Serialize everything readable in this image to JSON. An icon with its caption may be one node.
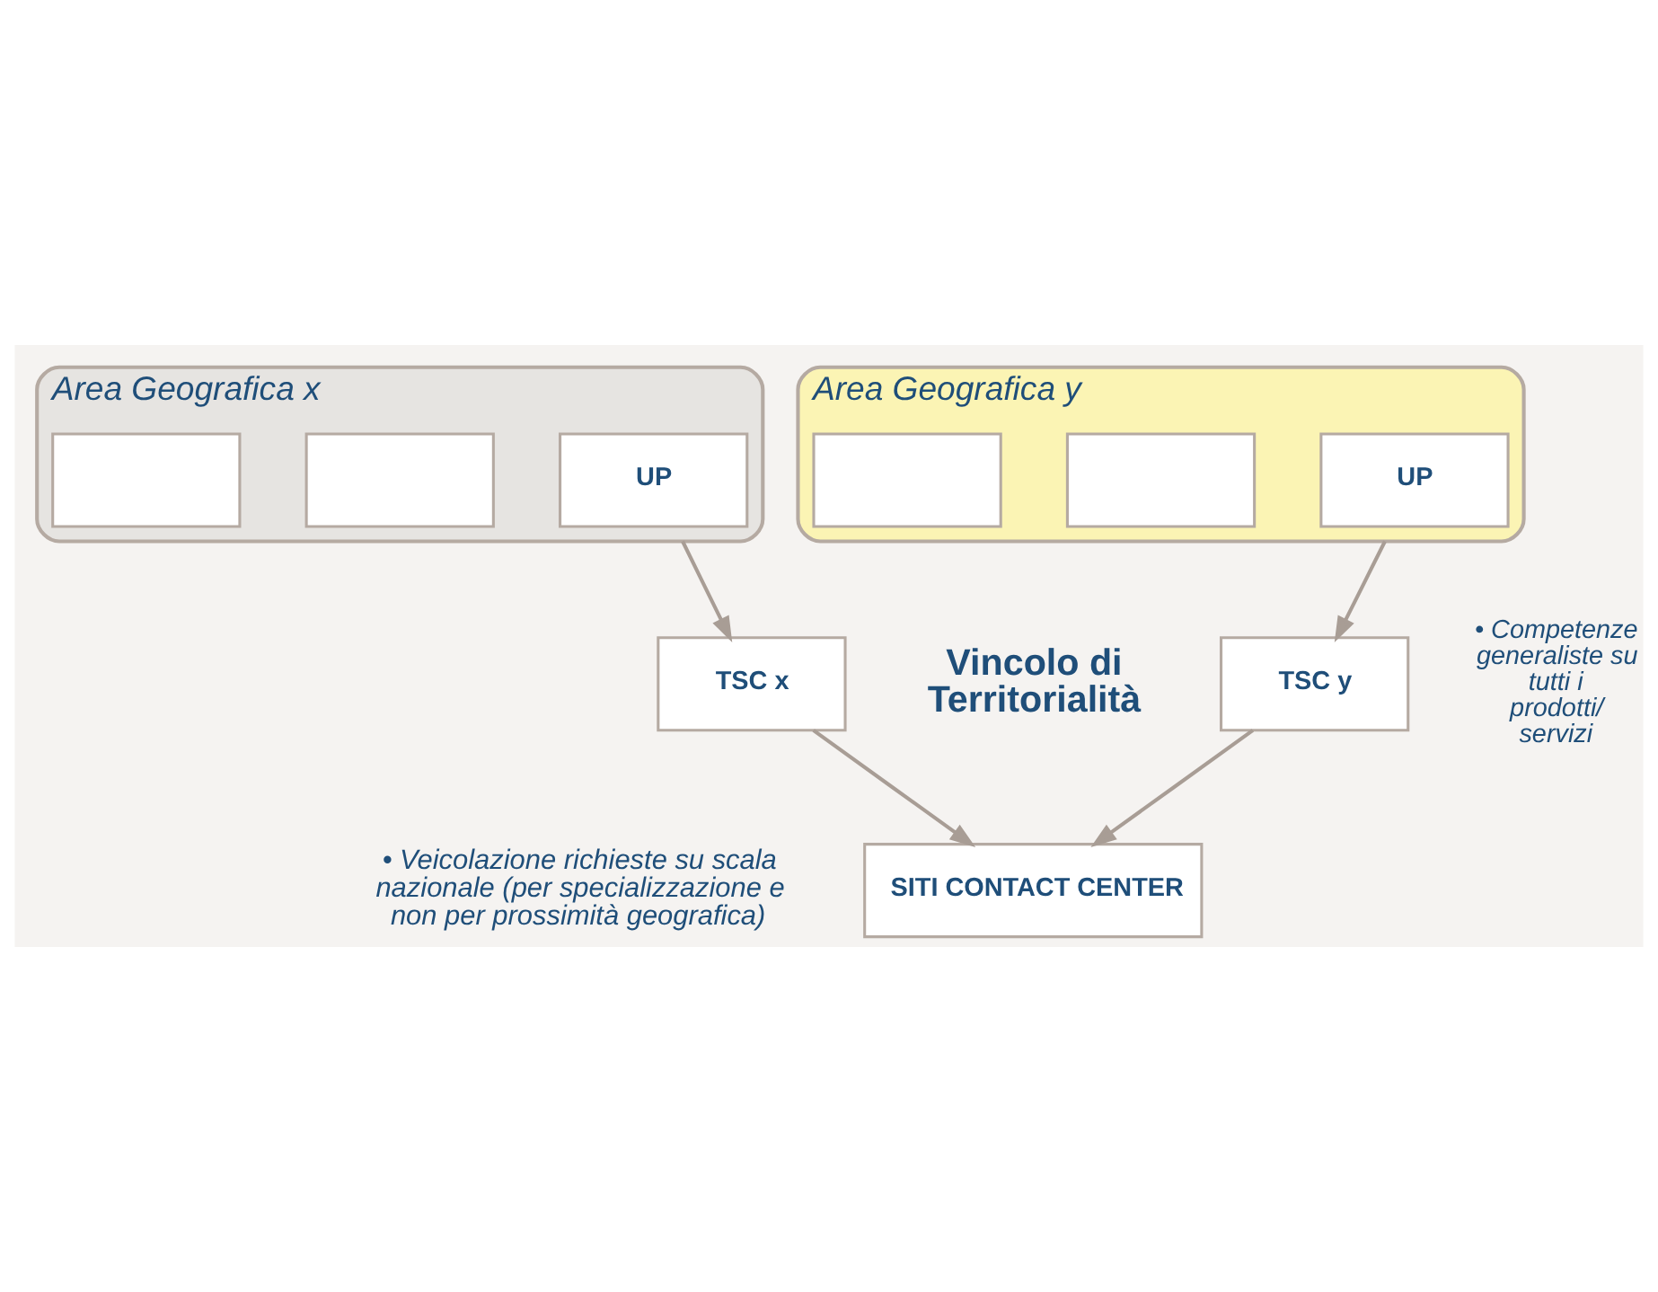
{
  "diagram": {
    "nodes": [
      {
        "text": [
          "Area Geografica x"
        ]
      },
      {
        "text": [],
        "shape": "box",
        "in": 0
      },
      {
        "text": [],
        "shape": "box",
        "in": 0
      },
      {
        "text": [
          "UP"
        ],
        "in": 0
      },
      {
        "text": [
          "Area Geografica y"
        ]
      },
      {
        "text": [],
        "shape": "box",
        "in": 4
      },
      {
        "text": [],
        "shape": "box",
        "in": 4
      },
      {
        "text": [
          "UP"
        ],
        "in": 4
      },
      {
        "text": [
          "TSC x"
        ]
      },
      {
        "text": [
          "TSC y"
        ],
        "beside": [
          "• Competenze generaliste su tutti i prodotti/ servizi"
        ]
      },
      {
        "text": [
          "SITI CONTACT CENTER"
        ]
      }
    ],
    "edges": [
      {
        "from": 0,
        "to": 8,
        "arrow": "to"
      },
      {
        "from": 4,
        "to": 9,
        "arrow": "to"
      },
      {
        "from": 8,
        "to": 10,
        "arrow": "to"
      },
      {
        "from": 9,
        "to": 10,
        "arrow": "to"
      }
    ],
    "labels": [
      "Vincolo di Territorialità",
      "• Veicolazione richieste su scala nazionale (per specializzazione e non per prossimità geografica)"
    ]
  }
}
